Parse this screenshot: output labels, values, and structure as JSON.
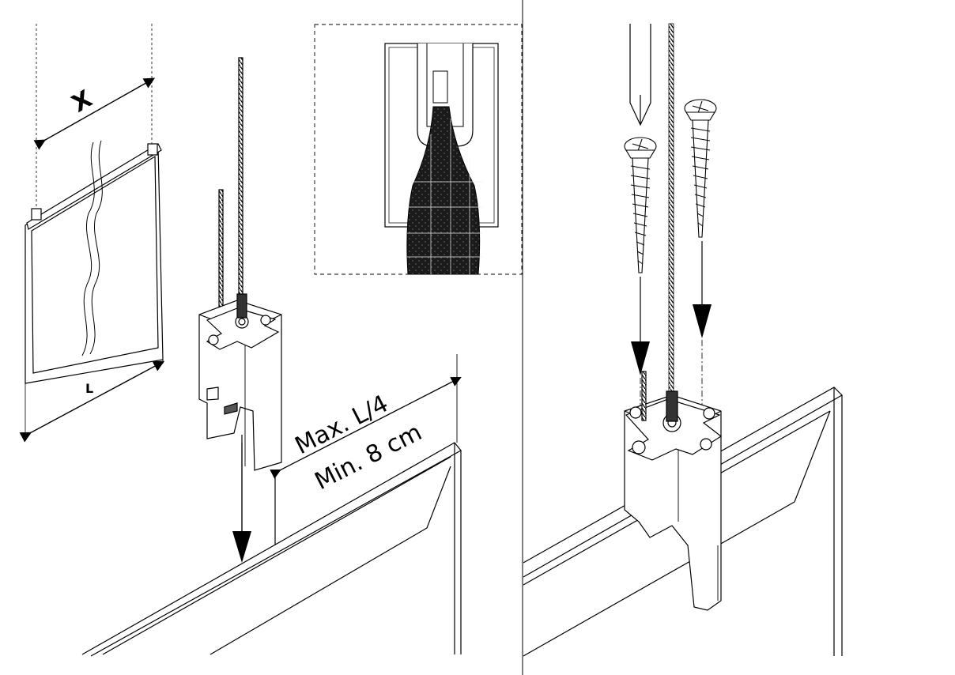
{
  "labels": {
    "x_dim": "X",
    "l_dim": "L",
    "max_text": "Max. L/4",
    "min_text": "Min. 8 cm"
  },
  "colors": {
    "line": "#000000",
    "background": "#ffffff",
    "fabric": "#1a1a1a"
  },
  "icons": [
    "screw-icon",
    "screwdriver-icon",
    "bracket-icon",
    "cord-icon",
    "arrow-down-icon"
  ]
}
